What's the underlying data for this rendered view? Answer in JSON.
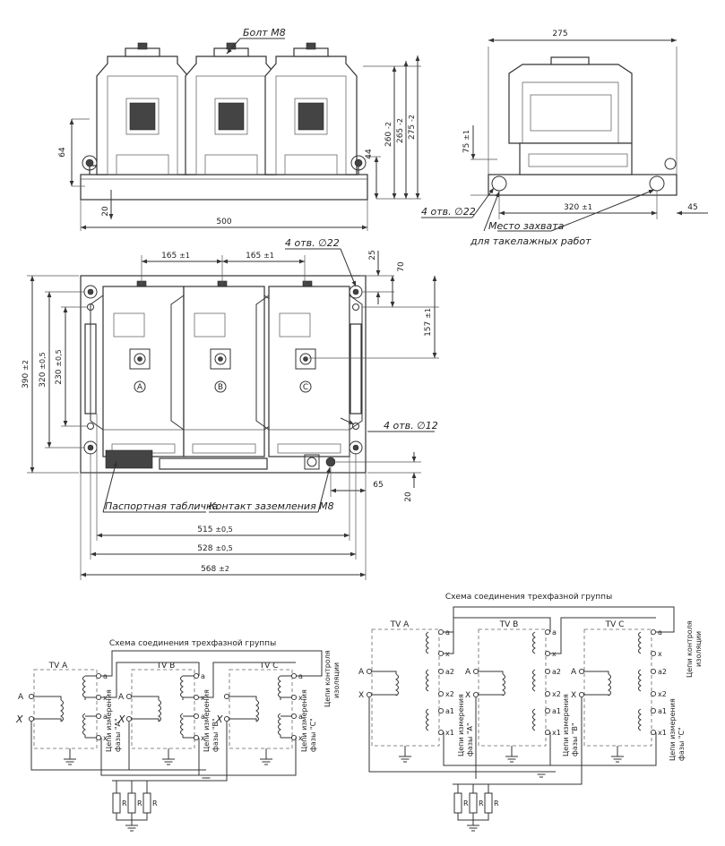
{
  "front_view": {
    "bolt_label": "Болт М8",
    "dim_64": "64",
    "dim_44": "44",
    "dim_20": "20",
    "dim_260": "260",
    "dim_260_tol": "-2",
    "dim_265": "265",
    "dim_265_tol": "-2",
    "dim_275": "275",
    "dim_275_tol": "-2",
    "dim_500": "500"
  },
  "side_view": {
    "dim_275": "275",
    "dim_75": "75",
    "dim_75_tol": "±1",
    "dim_320": "320",
    "dim_320_tol": "±1",
    "dim_45": "45",
    "holes_label": "4 отв. ∅22",
    "lifting_label_line1": "Место захвата",
    "lifting_label_line2": "для такелажных работ"
  },
  "plan_view": {
    "dim_165a": "165",
    "dim_165b": "165",
    "dim_165_tol": "±1",
    "holes22_label": "4 отв. ∅22",
    "dim_25": "25",
    "dim_70": "70",
    "dim_157": "157",
    "dim_157_tol": "±1",
    "dim_390": "390",
    "dim_390_tol": "±2",
    "dim_320": "320",
    "dim_320_tol": "±0,5",
    "dim_230": "230",
    "dim_230_tol": "±0,5",
    "phase_a": "A",
    "phase_b": "B",
    "phase_c": "C",
    "holes12_label": "4 отв. ∅12",
    "dim_65": "65",
    "dim_20": "20",
    "nameplate_label": "Паспортная табличка",
    "ground_label": "Контакт заземления М8",
    "dim_515": "515",
    "dim_515_tol": "±0,5",
    "dim_528": "528",
    "dim_528_tol": "±0,5",
    "dim_568": "568",
    "dim_568_tol": "±2"
  },
  "scheme_left": {
    "title": "Схема соединения трехфазной группы",
    "tv_a": "TV A",
    "tv_b": "TV B",
    "tv_c": "TV C",
    "term_A": "A",
    "term_X": "X",
    "t_aD": "a",
    "t_xD": "x",
    "t_a": "a",
    "t_x": "x",
    "meas_a_1": "Цепи измерения",
    "meas_a_2": "фазы \"А\"",
    "meas_b_1": "Цепи измерения",
    "meas_b_2": "фазы \"В\"",
    "meas_c_1": "Цепи измерения",
    "meas_c_2": "фазы \"С\"",
    "ctrl_1": "Цепи контроля",
    "ctrl_2": "изоляции",
    "resistor": "R"
  },
  "scheme_right": {
    "title": "Схема соединения трехфазной группы",
    "tv_a": "TV A",
    "tv_b": "TV B",
    "tv_c": "TV C",
    "term_A": "A",
    "term_X": "X",
    "t_aD": "a",
    "t_xD": "x",
    "t_a2": "a2",
    "t_x2": "x2",
    "t_a1": "a1",
    "t_x1": "x1",
    "meas_a_1": "Цепи измерения",
    "meas_a_2": "фазы \"А\"",
    "meas_b_1": "Цепи измерения",
    "meas_b_2": "фазы \"В\"",
    "meas_c_1": "Цепи измерения",
    "meas_c_2": "фазы \"С\"",
    "ctrl_1": "Цепи контроля",
    "ctrl_2": "изоляции",
    "resistor": "R"
  }
}
